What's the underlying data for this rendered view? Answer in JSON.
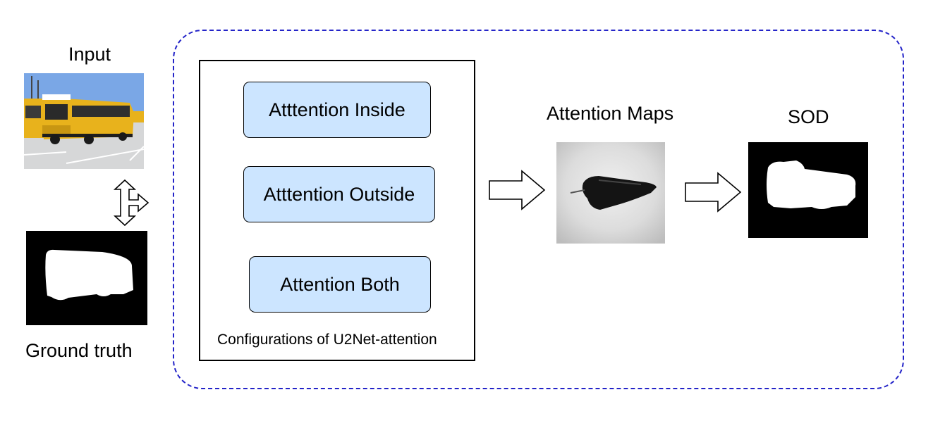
{
  "input": {
    "label": "Input"
  },
  "ground_truth": {
    "label": "Ground truth"
  },
  "configurations": {
    "caption": "Configurations of U2Net-attention",
    "items": [
      "Atttention Inside",
      "Atttention Outside",
      "Attention Both"
    ]
  },
  "attention_maps": {
    "label": "Attention Maps"
  },
  "sod": {
    "label": "SOD"
  },
  "colors": {
    "frame_dash": "#2323c8",
    "pill_fill": "#cce5ff",
    "bus_yellow": "#e8b21c",
    "sky_blue": "#7aa7e6"
  }
}
